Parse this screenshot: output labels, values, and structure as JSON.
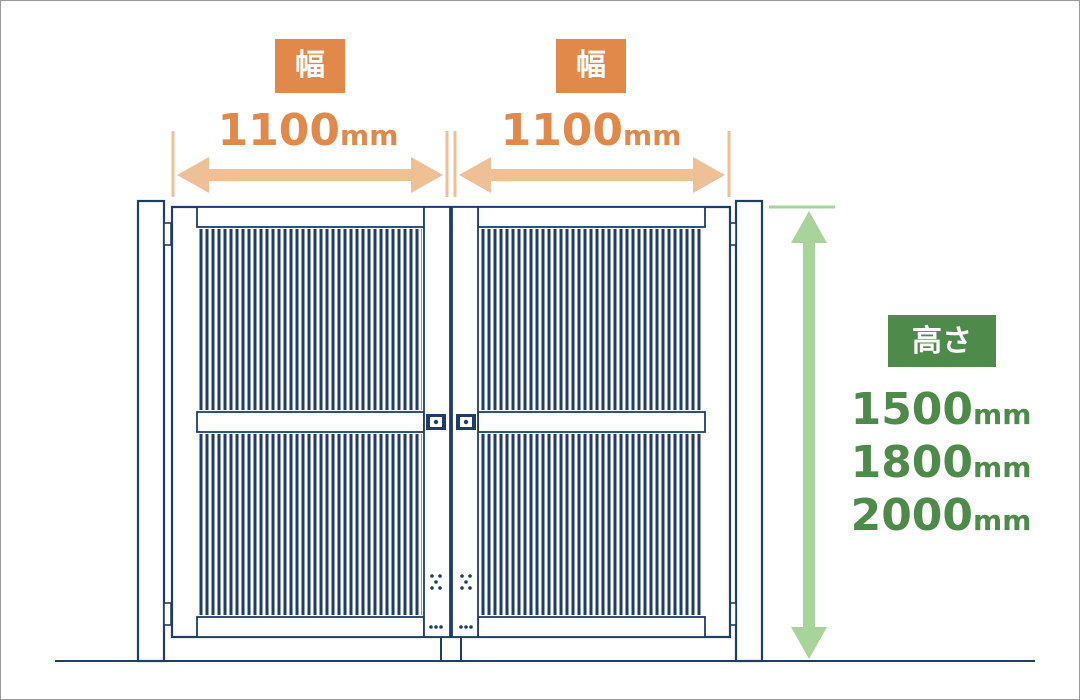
{
  "colors": {
    "orange": "#e0894a",
    "orange_light": "#efbf95",
    "green": "#4e8a4a",
    "green_light": "#a8d39a",
    "navy": "#1f3d6b",
    "white": "#ffffff"
  },
  "width_left": {
    "badge": "幅",
    "value": "1100",
    "unit": "mm"
  },
  "width_right": {
    "badge": "幅",
    "value": "1100",
    "unit": "mm"
  },
  "height": {
    "badge": "高さ",
    "options": [
      {
        "value": "1500",
        "unit": "mm"
      },
      {
        "value": "1800",
        "unit": "mm"
      },
      {
        "value": "2000",
        "unit": "mm"
      }
    ]
  }
}
